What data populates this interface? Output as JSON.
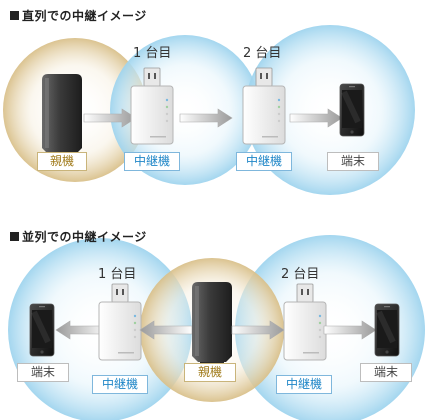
{
  "sections": [
    {
      "heading": "直列での中継イメージ",
      "ordinals": [
        "1 台目",
        "2 台目"
      ],
      "labels": {
        "parent": "親機",
        "repeater1": "中継機",
        "repeater2": "中継機",
        "terminal": "端末"
      }
    },
    {
      "heading": "並列での中継イメージ",
      "ordinals": [
        "1 台目",
        "2 台目"
      ],
      "labels": {
        "terminal_left": "端末",
        "repeater1": "中継機",
        "parent": "親機",
        "repeater2": "中継機",
        "terminal_right": "端末"
      }
    }
  ],
  "colors": {
    "parent_zone": "#d9c08a",
    "repeater_zone": "#9fd4ee",
    "parent_label": "#a07a1a",
    "repeater_label": "#1f86c7"
  },
  "icons": [
    "router-icon",
    "repeater-icon",
    "smartphone-icon",
    "arrow-right-icon",
    "arrow-left-icon"
  ]
}
